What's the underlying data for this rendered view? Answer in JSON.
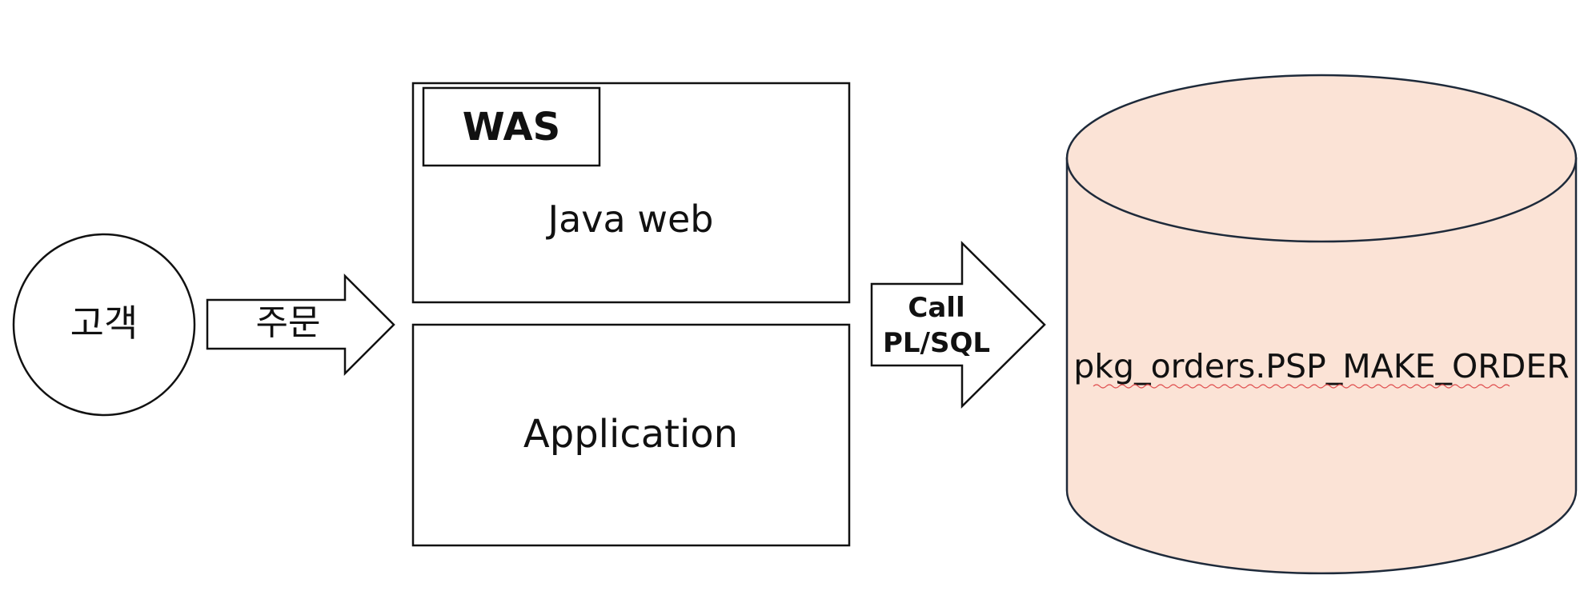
{
  "customer": {
    "label": "고객"
  },
  "order_arrow": {
    "label": "주문"
  },
  "was_box": {
    "badge": "WAS",
    "label": "Java web"
  },
  "application_box": {
    "label": "Application"
  },
  "call_arrow": {
    "line1": "Call",
    "line2": "PL/SQL"
  },
  "database": {
    "label": "pkg_orders.PSP_MAKE_ORDER",
    "fill_color": "#fbe3d6"
  }
}
